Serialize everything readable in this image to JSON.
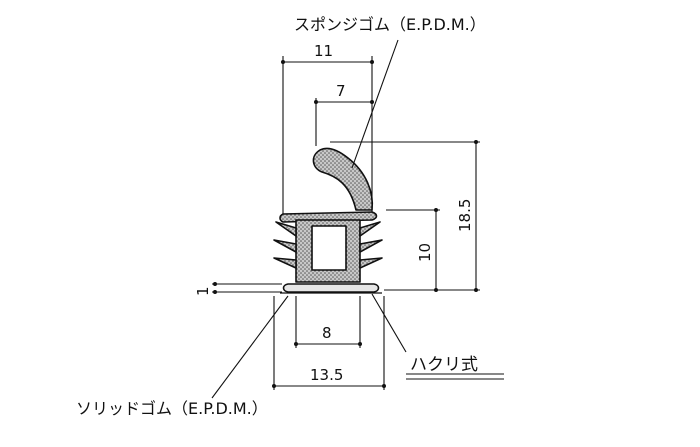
{
  "labels": {
    "sponge_rubber": "スポンジゴム（E.P.D.M.）",
    "solid_rubber": "ソリッドゴム（E.P.D.M.）",
    "peel_type": "ハクリ式"
  },
  "dimensions": {
    "top_width": "11",
    "lip_width": "7",
    "total_height": "18.5",
    "body_height": "10",
    "base_thickness": "1",
    "slot_width": "8",
    "base_width": "13.5"
  },
  "colors": {
    "line": "#111111",
    "fill_dotted": "#b9b9b9"
  }
}
